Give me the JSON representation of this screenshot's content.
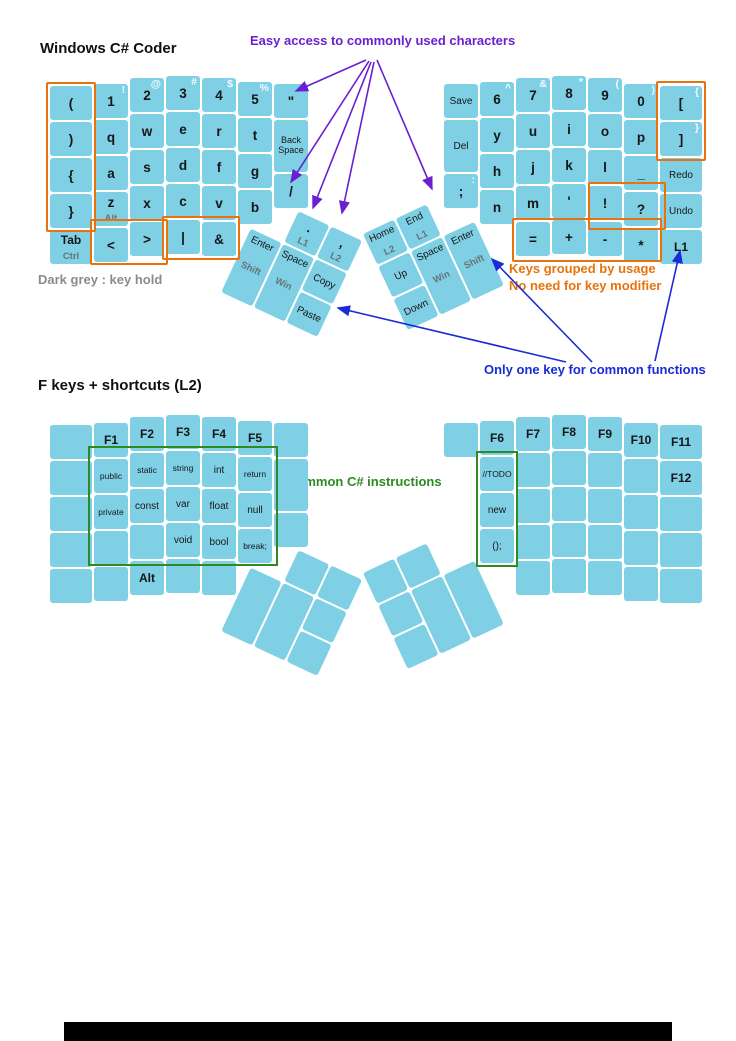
{
  "titles": {
    "main": "Windows C# Coder",
    "l2": "F keys + shortcuts (L2)"
  },
  "notes": {
    "easy_access": "Easy access to commonly used characters",
    "key_hold": "Dark grey : key hold",
    "grouped_1": "Keys grouped by usage",
    "grouped_2": "No need for key modifier",
    "one_key": "Only one key for common functions",
    "csharp": "Common C# instructions"
  },
  "colors": {
    "key": "#7fd0e5",
    "purple": "#6a1fd0",
    "orange": "#e8720c",
    "blue": "#1b2bd5",
    "green": "#2e8b22",
    "grey": "#8b8b8b"
  },
  "main_layer": {
    "left": {
      "keys": [
        {
          "c": 0,
          "r": 0,
          "m": "("
        },
        {
          "c": 1,
          "r": 0,
          "m": "1",
          "s": "!"
        },
        {
          "c": 2,
          "r": 0,
          "m": "2",
          "s": "@"
        },
        {
          "c": 3,
          "r": 0,
          "m": "3",
          "s": "#"
        },
        {
          "c": 4,
          "r": 0,
          "m": "4",
          "s": "$"
        },
        {
          "c": 5,
          "r": 0,
          "m": "5",
          "s": "%"
        },
        {
          "c": 6,
          "r": 0,
          "m": "\""
        },
        {
          "c": 0,
          "r": 1,
          "m": ")"
        },
        {
          "c": 1,
          "r": 1,
          "m": "q"
        },
        {
          "c": 2,
          "r": 1,
          "m": "w"
        },
        {
          "c": 3,
          "r": 1,
          "m": "e"
        },
        {
          "c": 4,
          "r": 1,
          "m": "r"
        },
        {
          "c": 5,
          "r": 1,
          "m": "t"
        },
        {
          "c": 6,
          "r": 1,
          "m": "Back Space",
          "sm": 1
        },
        {
          "c": 0,
          "r": 2,
          "m": "{"
        },
        {
          "c": 1,
          "r": 2,
          "m": "a"
        },
        {
          "c": 2,
          "r": 2,
          "m": "s"
        },
        {
          "c": 3,
          "r": 2,
          "m": "d"
        },
        {
          "c": 4,
          "r": 2,
          "m": "f"
        },
        {
          "c": 5,
          "r": 2,
          "m": "g"
        },
        {
          "c": 0,
          "r": 3,
          "m": "}"
        },
        {
          "c": 1,
          "r": 3,
          "m": "z",
          "h": "Alt"
        },
        {
          "c": 2,
          "r": 3,
          "m": "x"
        },
        {
          "c": 3,
          "r": 3,
          "m": "c"
        },
        {
          "c": 4,
          "r": 3,
          "m": "v"
        },
        {
          "c": 5,
          "r": 3,
          "m": "b"
        },
        {
          "c": 6,
          "r": 3,
          "m": "/"
        },
        {
          "c": 0,
          "r": 4,
          "m": "Tab",
          "h": "Ctrl",
          "b": 1
        },
        {
          "c": 1,
          "r": 4,
          "m": "<"
        },
        {
          "c": 2,
          "r": 4,
          "m": ">"
        },
        {
          "c": 3,
          "r": 4,
          "m": "|"
        },
        {
          "c": 4,
          "r": 4,
          "m": "&"
        }
      ],
      "thumb": [
        {
          "c": 1,
          "r": 0,
          "m": ".",
          "h": "L1"
        },
        {
          "c": 2,
          "r": 0,
          "m": ",",
          "h": "L2"
        },
        {
          "c": 0,
          "r": 1,
          "m": "Enter",
          "h": "Shift",
          "t": 1
        },
        {
          "c": 1,
          "r": 1,
          "m": "Space",
          "h": "Win",
          "t": 1
        },
        {
          "c": 2,
          "r": 1,
          "m": "Copy"
        },
        {
          "c": 2,
          "r": 2,
          "m": "Paste"
        }
      ]
    },
    "right": {
      "keys": [
        {
          "c": 0,
          "r": 0,
          "m": "Save"
        },
        {
          "c": 1,
          "r": 0,
          "m": "6",
          "s": "^"
        },
        {
          "c": 2,
          "r": 0,
          "m": "7",
          "s": "&"
        },
        {
          "c": 3,
          "r": 0,
          "m": "8",
          "s": "*"
        },
        {
          "c": 4,
          "r": 0,
          "m": "9",
          "s": "("
        },
        {
          "c": 5,
          "r": 0,
          "m": "0",
          "s": ")"
        },
        {
          "c": 6,
          "r": 0,
          "m": "[",
          "s": "{"
        },
        {
          "c": 0,
          "r": 1,
          "m": "Del"
        },
        {
          "c": 1,
          "r": 1,
          "m": "y"
        },
        {
          "c": 2,
          "r": 1,
          "m": "u"
        },
        {
          "c": 3,
          "r": 1,
          "m": "i"
        },
        {
          "c": 4,
          "r": 1,
          "m": "o"
        },
        {
          "c": 5,
          "r": 1,
          "m": "p"
        },
        {
          "c": 6,
          "r": 1,
          "m": "]",
          "s": "}"
        },
        {
          "c": 0,
          "r": 3,
          "m": ";",
          "s": ":"
        },
        {
          "c": 1,
          "r": 2,
          "m": "h"
        },
        {
          "c": 2,
          "r": 2,
          "m": "j"
        },
        {
          "c": 3,
          "r": 2,
          "m": "k"
        },
        {
          "c": 4,
          "r": 2,
          "m": "l"
        },
        {
          "c": 5,
          "r": 2,
          "m": "_"
        },
        {
          "c": 6,
          "r": 2,
          "m": "Redo"
        },
        {
          "c": 1,
          "r": 3,
          "m": "n"
        },
        {
          "c": 2,
          "r": 3,
          "m": "m"
        },
        {
          "c": 3,
          "r": 3,
          "m": "'"
        },
        {
          "c": 4,
          "r": 3,
          "m": "!"
        },
        {
          "c": 5,
          "r": 3,
          "m": "?"
        },
        {
          "c": 6,
          "r": 3,
          "m": "Undo"
        },
        {
          "c": 2,
          "r": 4,
          "m": "="
        },
        {
          "c": 3,
          "r": 4,
          "m": "+"
        },
        {
          "c": 4,
          "r": 4,
          "m": "-"
        },
        {
          "c": 5,
          "r": 4,
          "m": "*"
        },
        {
          "c": 6,
          "r": 4,
          "m": "L1",
          "b": 1
        }
      ],
      "thumb": [
        {
          "c": 0,
          "r": 0,
          "m": "Home",
          "h": "L2"
        },
        {
          "c": 1,
          "r": 0,
          "m": "End",
          "h": "L1"
        },
        {
          "c": 0,
          "r": 1,
          "m": "Up"
        },
        {
          "c": 0,
          "r": 2,
          "m": "Down"
        },
        {
          "c": 1,
          "r": 1,
          "m": "Space",
          "h": "Win",
          "t": 1
        },
        {
          "c": 2,
          "r": 1,
          "m": "Enter",
          "h": "Shift",
          "t": 1
        }
      ]
    }
  },
  "l2_layer": {
    "left": {
      "keys": [
        {
          "c": 0,
          "r": 0
        },
        {
          "c": 1,
          "r": 0,
          "m": "F1"
        },
        {
          "c": 2,
          "r": 0,
          "m": "F2"
        },
        {
          "c": 3,
          "r": 0,
          "m": "F3"
        },
        {
          "c": 4,
          "r": 0,
          "m": "F4"
        },
        {
          "c": 5,
          "r": 0,
          "m": "F5"
        },
        {
          "c": 6,
          "r": 0
        },
        {
          "c": 0,
          "r": 1
        },
        {
          "c": 1,
          "r": 1,
          "m": "public"
        },
        {
          "c": 2,
          "r": 1,
          "m": "static"
        },
        {
          "c": 3,
          "r": 1,
          "m": "string"
        },
        {
          "c": 4,
          "r": 1,
          "m": "int"
        },
        {
          "c": 5,
          "r": 1,
          "m": "return"
        },
        {
          "c": 6,
          "r": 1
        },
        {
          "c": 0,
          "r": 2
        },
        {
          "c": 1,
          "r": 2,
          "m": "private"
        },
        {
          "c": 2,
          "r": 2,
          "m": "const"
        },
        {
          "c": 3,
          "r": 2,
          "m": "var"
        },
        {
          "c": 4,
          "r": 2,
          "m": "float"
        },
        {
          "c": 5,
          "r": 2,
          "m": "null"
        },
        {
          "c": 0,
          "r": 3
        },
        {
          "c": 1,
          "r": 3
        },
        {
          "c": 2,
          "r": 3
        },
        {
          "c": 3,
          "r": 3,
          "m": "void"
        },
        {
          "c": 4,
          "r": 3,
          "m": "bool"
        },
        {
          "c": 5,
          "r": 3,
          "m": "break;"
        },
        {
          "c": 6,
          "r": 3
        },
        {
          "c": 0,
          "r": 4
        },
        {
          "c": 1,
          "r": 4
        },
        {
          "c": 2,
          "r": 4,
          "m": "Alt",
          "b": 1
        },
        {
          "c": 3,
          "r": 4
        },
        {
          "c": 4,
          "r": 4
        }
      ],
      "thumb": [
        {
          "c": 1,
          "r": 0
        },
        {
          "c": 2,
          "r": 0
        },
        {
          "c": 0,
          "r": 1,
          "t": 1
        },
        {
          "c": 1,
          "r": 1,
          "t": 1
        },
        {
          "c": 2,
          "r": 1
        },
        {
          "c": 2,
          "r": 2
        }
      ]
    },
    "right": {
      "keys": [
        {
          "c": 0,
          "r": 0
        },
        {
          "c": 1,
          "r": 0,
          "m": "F6"
        },
        {
          "c": 2,
          "r": 0,
          "m": "F7"
        },
        {
          "c": 3,
          "r": 0,
          "m": "F8"
        },
        {
          "c": 4,
          "r": 0,
          "m": "F9"
        },
        {
          "c": 5,
          "r": 0,
          "m": "F10"
        },
        {
          "c": 6,
          "r": 0,
          "m": "F11"
        },
        {
          "c": 1,
          "r": 1,
          "m": "//TODO"
        },
        {
          "c": 2,
          "r": 1
        },
        {
          "c": 3,
          "r": 1
        },
        {
          "c": 4,
          "r": 1
        },
        {
          "c": 5,
          "r": 1
        },
        {
          "c": 6,
          "r": 1,
          "m": "F12"
        },
        {
          "c": 1,
          "r": 2,
          "m": "new"
        },
        {
          "c": 2,
          "r": 2
        },
        {
          "c": 3,
          "r": 2
        },
        {
          "c": 4,
          "r": 2
        },
        {
          "c": 5,
          "r": 2
        },
        {
          "c": 6,
          "r": 2
        },
        {
          "c": 1,
          "r": 3,
          "m": "();"
        },
        {
          "c": 2,
          "r": 3
        },
        {
          "c": 3,
          "r": 3
        },
        {
          "c": 4,
          "r": 3
        },
        {
          "c": 5,
          "r": 3
        },
        {
          "c": 6,
          "r": 3
        },
        {
          "c": 2,
          "r": 4
        },
        {
          "c": 3,
          "r": 4
        },
        {
          "c": 4,
          "r": 4
        },
        {
          "c": 5,
          "r": 4
        },
        {
          "c": 6,
          "r": 4
        }
      ],
      "thumb": [
        {
          "c": 0,
          "r": 0
        },
        {
          "c": 1,
          "r": 0
        },
        {
          "c": 0,
          "r": 1
        },
        {
          "c": 0,
          "r": 2
        },
        {
          "c": 1,
          "r": 1,
          "t": 1
        },
        {
          "c": 2,
          "r": 1,
          "t": 1
        }
      ]
    }
  }
}
